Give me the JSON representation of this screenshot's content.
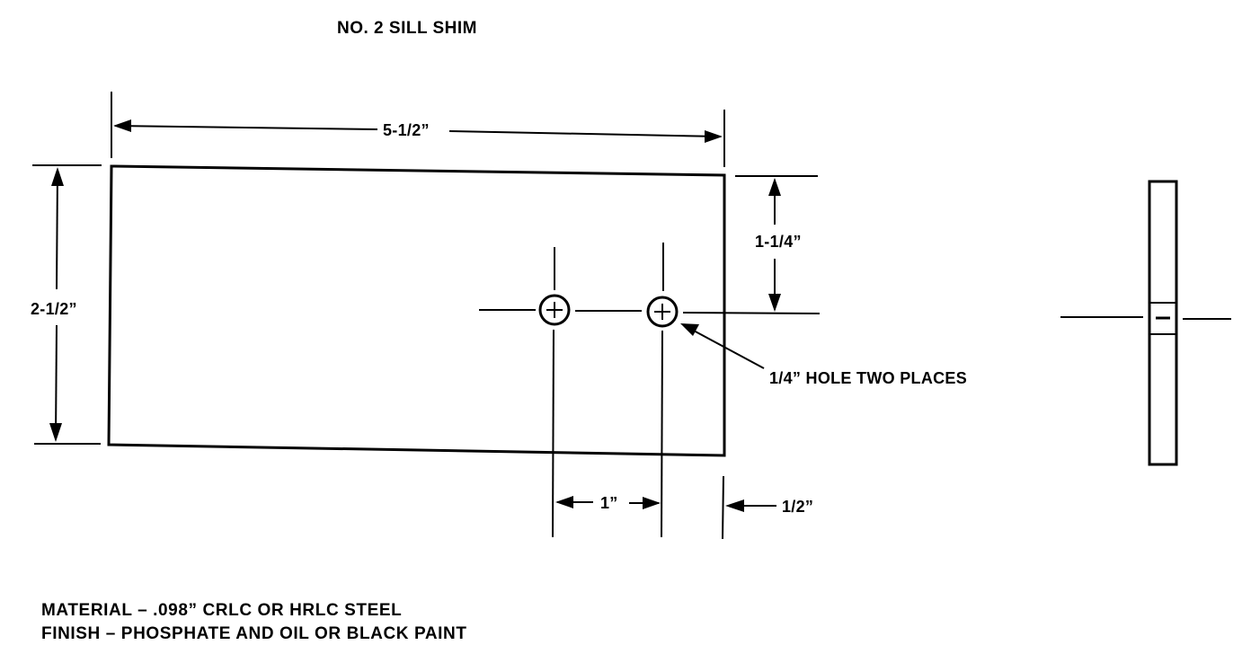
{
  "title": "NO. 2 SILL SHIM",
  "dimensions": {
    "length": "5-1/2”",
    "width": "2-1/2”",
    "hole_height": "1-1/4”",
    "hole_spacing": "1”",
    "edge_offset": "1/2”"
  },
  "callout": "1/4” HOLE TWO PLACES",
  "notes": {
    "material": "MATERIAL – .098” CRLC OR HRLC STEEL",
    "finish": "FINISH – PHOSPHATE AND OIL OR BLACK PAINT"
  },
  "colors": {
    "ink": "#000000",
    "paper": "#ffffff"
  }
}
